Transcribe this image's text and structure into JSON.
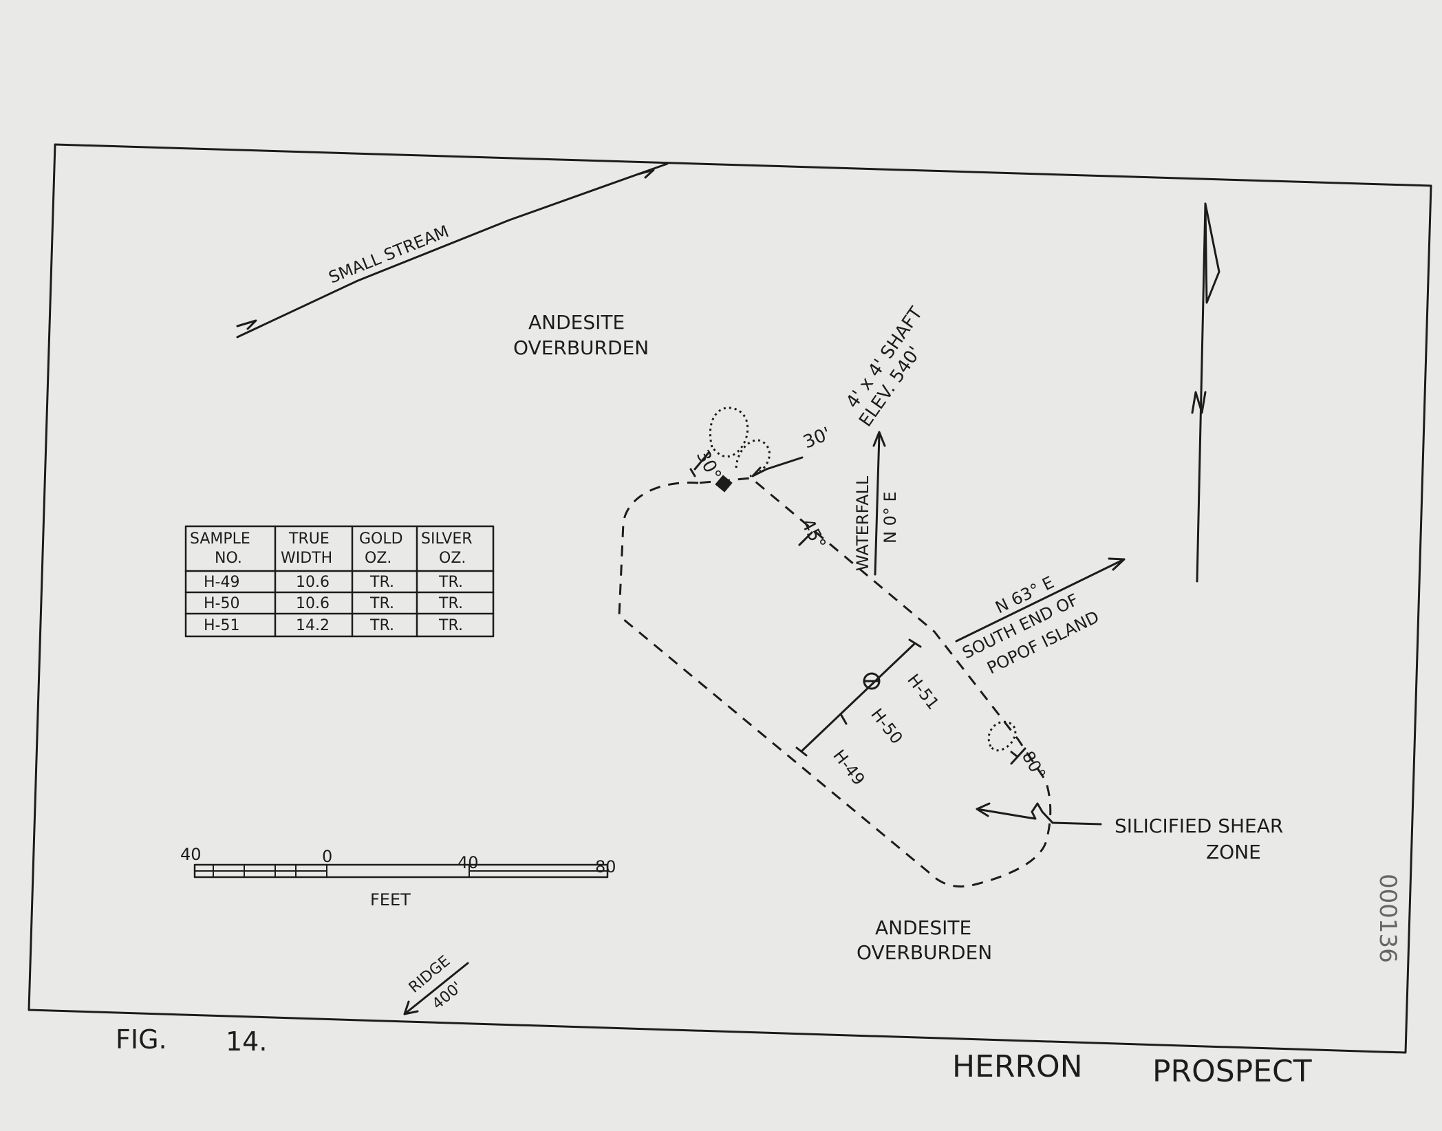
{
  "map": {
    "figure_label": "FIG.",
    "figure_number": "14.",
    "title_word1": "HERRON",
    "title_word2": "PROSPECT",
    "stream_label": "SMALL STREAM",
    "rock_unit_top": [
      "ANDESITE",
      "OVERBURDEN"
    ],
    "rock_unit_bottom": [
      "ANDESITE",
      "OVERBURDEN"
    ],
    "shaft_label": [
      "4' x 4' SHAFT",
      "ELEV. 540'"
    ],
    "waterfall_label": "WATERFALL",
    "bearing_north": "N 0° E",
    "bearing_ne": "N 63° E",
    "popof_label": [
      "SOUTH END OF",
      "POPOF ISLAND"
    ],
    "dip_30": "30°",
    "dist_30": "30'",
    "dip_45": "45°",
    "dip_80": "80°",
    "samples_on_map": [
      "H-49",
      "H-50",
      "H-51"
    ],
    "shear_zone_label": [
      "SILICIFIED SHEAR",
      "ZONE"
    ],
    "ridge_label": [
      "RIDGE",
      "400'"
    ],
    "north_label": "N",
    "scale": {
      "ticks": [
        "40",
        "0",
        "40",
        "80"
      ],
      "unit": "FEET"
    },
    "archive_number": "000136"
  },
  "table": {
    "headers": [
      [
        "SAMPLE",
        "NO."
      ],
      [
        "TRUE",
        "WIDTH"
      ],
      [
        "GOLD",
        "OZ."
      ],
      [
        "SILVER",
        "OZ."
      ]
    ],
    "rows": [
      [
        "H-49",
        "10.6",
        "TR.",
        "TR."
      ],
      [
        "H-50",
        "10.6",
        "TR.",
        "TR."
      ],
      [
        "H-51",
        "14.2",
        "TR.",
        "TR."
      ]
    ]
  }
}
